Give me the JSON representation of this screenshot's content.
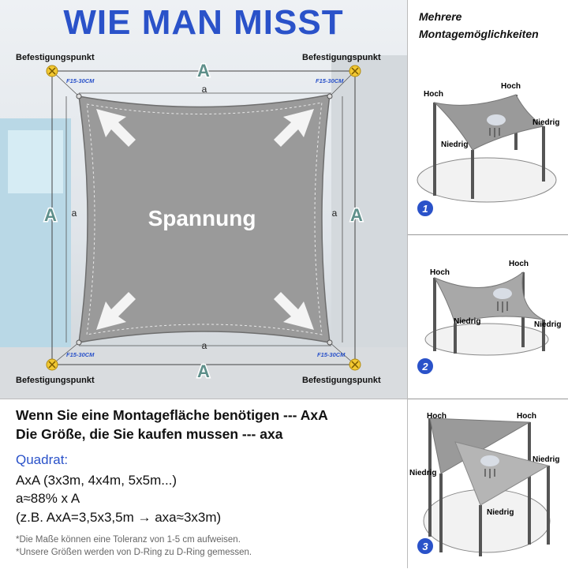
{
  "title": "WIE MAN MISST",
  "labels": {
    "anchor_point": "Befestigungspunkt",
    "big_A": "A",
    "small_a": "a",
    "f_range": "F15-30CM",
    "tension": "Spannung"
  },
  "right": {
    "title_line1": "Mehrere",
    "title_line2": "Montagemöglichkeiten",
    "high": "Hoch",
    "low": "Niedrig",
    "badges": [
      "1",
      "2",
      "3"
    ]
  },
  "info": {
    "line1": "Wenn Sie eine Montagefläche benötigen --- AxA",
    "line2": "Die Größe, die Sie kaufen mussen --- axa",
    "quadrat": "Quadrat:",
    "sizes": "AxA (3x3m, 4x4m, 5x5m...)",
    "ratio": "a≈88% x A",
    "example": "(z.B. AxA=3,5x3,5m → axa≈3x3m)",
    "note1": "*Die Maße können eine Toleranz von 1-5 cm aufweisen.",
    "note2": "*Unsere Größen werden von D-Ring zu D-Ring gemessen."
  },
  "colors": {
    "title_blue": "#2a52c9",
    "anchor_yellow": "#f2c832",
    "shade_gray": "#9a9a9a",
    "accent_teal": "#5e8f8a"
  }
}
